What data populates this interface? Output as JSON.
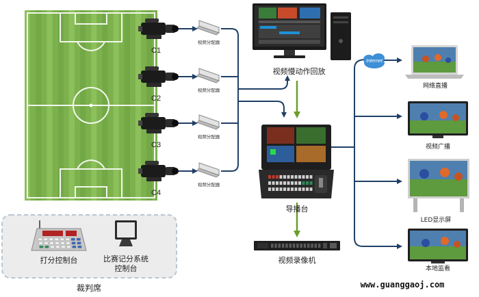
{
  "cameras": [
    {
      "label": "C1"
    },
    {
      "label": "C2"
    },
    {
      "label": "C3"
    },
    {
      "label": "C4"
    }
  ],
  "splitter_label": "视频分配器",
  "slowmo": {
    "label": "视频慢动作回放"
  },
  "switcher": {
    "label": "导播台"
  },
  "recorder": {
    "label": "视频录像机"
  },
  "referee": {
    "title": "裁判席",
    "scoring_console": "打分控制台",
    "scoreboard_console_line1": "比赛记分系统",
    "scoreboard_console_line2": "控制台"
  },
  "outputs": [
    {
      "label": "网络直播"
    },
    {
      "label": "视频广播"
    },
    {
      "label": "LED显示屏"
    },
    {
      "label": "本地监看"
    }
  ],
  "internet_label": "Internet",
  "website": "www.guanggaoj.com",
  "colors": {
    "line": "#1f3f66",
    "arrow_green": "#6b9e2a",
    "grass_light": "#8cc05a",
    "grass_dark": "#6fa843",
    "cloud": "#3d8fd6"
  }
}
